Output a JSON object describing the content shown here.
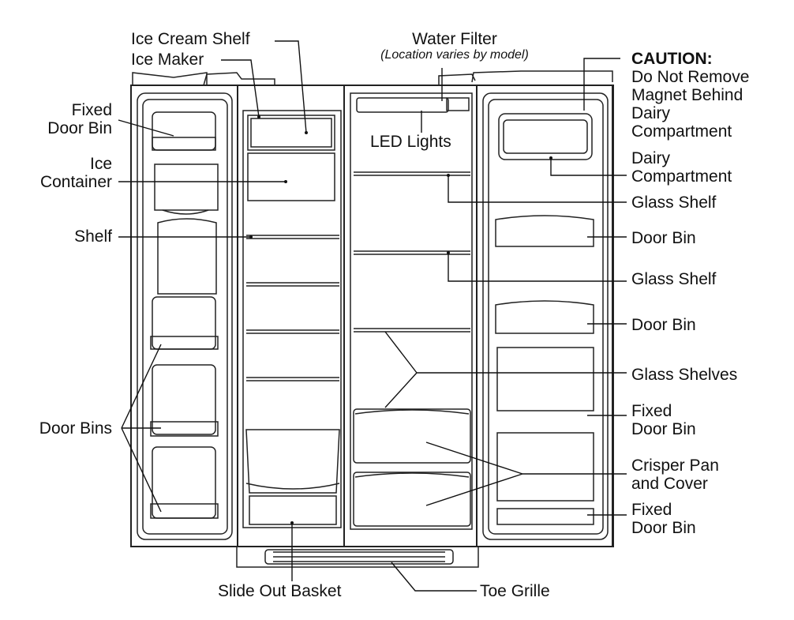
{
  "labels": {
    "ice_cream_shelf": "Ice Cream Shelf",
    "ice_maker": "Ice Maker",
    "water_filter": "Water Filter",
    "water_filter_note": "(Location varies by model)",
    "caution_title": "CAUTION:",
    "caution_line1": "Do Not Remove",
    "caution_line2": "Magnet Behind",
    "caution_line3": "Dairy",
    "caution_line4": "Compartment",
    "fixed_door_bin_top_1": "Fixed",
    "fixed_door_bin_top_2": "Door Bin",
    "ice_container_1": "Ice",
    "ice_container_2": "Container",
    "led_lights": "LED Lights",
    "dairy_compartment_1": "Dairy",
    "dairy_compartment_2": "Compartment",
    "glass_shelf_1": "Glass Shelf",
    "shelf": "Shelf",
    "door_bin_1": "Door Bin",
    "glass_shelf_2": "Glass Shelf",
    "door_bin_2": "Door Bin",
    "glass_shelves": "Glass Shelves",
    "door_bins": "Door Bins",
    "fixed_door_bin_mid_1": "Fixed",
    "fixed_door_bin_mid_2": "Door Bin",
    "crisper_1": "Crisper Pan",
    "crisper_2": "and Cover",
    "fixed_door_bin_bot_1": "Fixed",
    "fixed_door_bin_bot_2": "Door Bin",
    "slide_out_basket": "Slide Out Basket",
    "toe_grille": "Toe Grille"
  }
}
